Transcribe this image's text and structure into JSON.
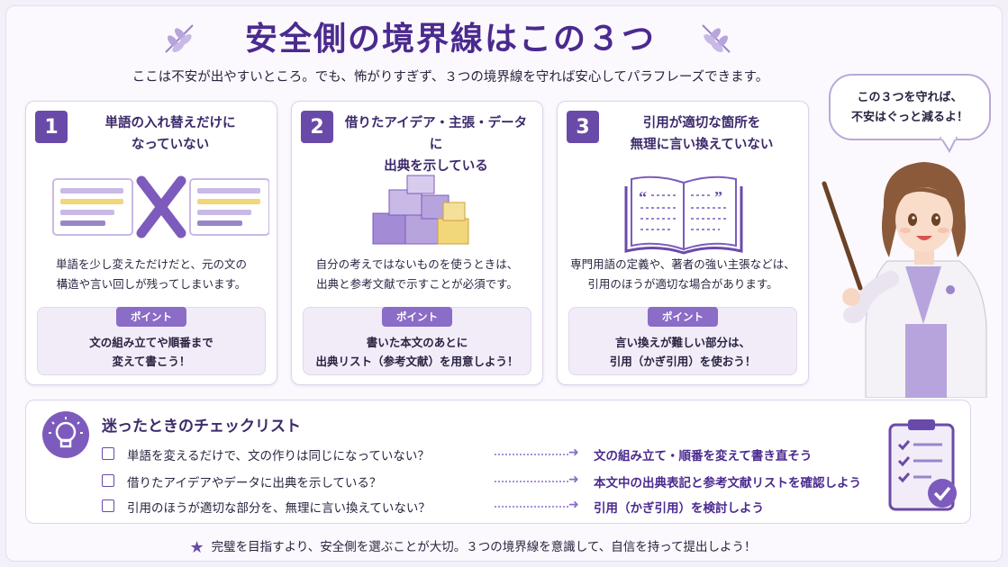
{
  "header": {
    "title": "安全側の境界線はこの３つ",
    "subtitle": "ここは不安が出やすいところ。でも、怖がりすぎず、３つの境界線を守れば安心してパラフレーズできます。"
  },
  "cards": [
    {
      "number": "1",
      "heading_line1": "単語の入れ替えだけに",
      "heading_line2": "なっていない",
      "desc_line1": "単語を少し変えただけだと、元の文の",
      "desc_line2": "構造や言い回しが残ってしまいます。",
      "point_label": "ポイント",
      "point_line1": "文の組み立てや順番まで",
      "point_line2": "変えて書こう！"
    },
    {
      "number": "2",
      "heading_line1": "借りたアイデア・主張・データに",
      "heading_line2": "出典を示している",
      "desc_line1": "自分の考えではないものを使うときは、",
      "desc_line2": "出典と参考文献で示すことが必須です。",
      "point_label": "ポイント",
      "point_line1": "書いた本文のあとに",
      "point_line2": "出典リスト（参考文献）を用意しよう！"
    },
    {
      "number": "3",
      "heading_line1": "引用が適切な箇所を",
      "heading_line2": "無理に言い換えていない",
      "desc_line1": "専門用語の定義や、著者の強い主張などは、",
      "desc_line2": "引用のほうが適切な場合があります。",
      "point_label": "ポイント",
      "point_line1": "言い換えが難しい部分は、",
      "point_line2": "引用（かぎ引用）を使おう！"
    }
  ],
  "speech_bubble": {
    "line1": "この３つを守れば、",
    "line2": "不安はぐっと減るよ！"
  },
  "checklist": {
    "title": "迷ったときのチェックリスト",
    "items": [
      {
        "question": "単語を変えるだけで、文の作りは同じになっていない？",
        "action": "文の組み立て・順番を変えて書き直そう"
      },
      {
        "question": "借りたアイデアやデータに出典を示している？",
        "action": "本文中の出典表記と参考文献リストを確認しよう"
      },
      {
        "question": "引用のほうが適切な部分を、無理に言い換えていない？",
        "action": "引用（かぎ引用）を検討しよう"
      }
    ]
  },
  "footer": {
    "text": "完璧を目指すより、安全側を選ぶことが大切。３つの境界線を意識して、自信を持って提出しよう！"
  },
  "colors": {
    "accent": "#6a4aa8",
    "title": "#4b2a8f",
    "point_badge": "#8b6cc7",
    "highlight_yellow": "#f2d67a"
  }
}
